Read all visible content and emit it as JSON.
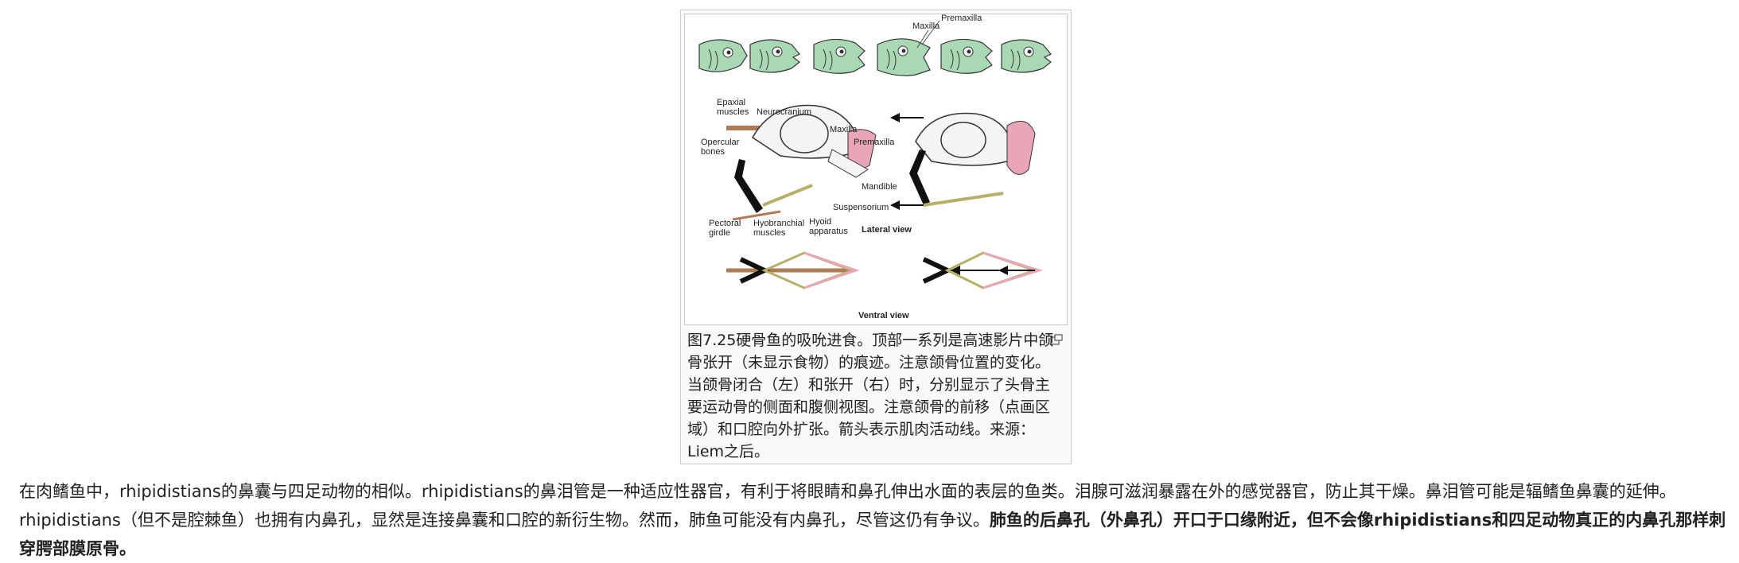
{
  "figure": {
    "caption": "图7.25硬骨鱼的吸吮进食。顶部一系列是高速影片中颌骨张开（未显示食物）的痕迹。注意颌骨位置的变化。当颌骨闭合（左）和张开（右）时，分别显示了头骨主要运动骨的侧面和腹侧视图。注意颌骨的前移（点画区域）和口腔向外扩张。箭头表示肌肉活动线。来源：Liem之后。",
    "labels": {
      "maxilla_top": "Maxilla",
      "premaxilla_top": "Premaxilla",
      "epaxial": "Epaxial",
      "muscles": "muscles",
      "neurocranium": "Neurocranium",
      "opercular": "Opercular",
      "bones": "bones",
      "maxilla": "Maxilla",
      "premaxilla": "Premaxilla",
      "mandible": "Mandible",
      "suspensorium": "Suspensorium",
      "pectoral": "Pectoral",
      "girdle": "girdle",
      "hyobranchial": "Hyobranchial",
      "hyobranchial_muscles": "muscles",
      "hyoid": "Hyoid",
      "apparatus": "apparatus",
      "lateral_view": "Lateral view",
      "ventral_view": "Ventral view"
    },
    "colors": {
      "fish_green": "#a9d9b4",
      "premaxilla_pink": "#e9a6b8",
      "muscle_brown": "#b07a55",
      "hyoid_olive": "#b8b06a",
      "opercular_black": "#111111"
    }
  },
  "article": {
    "text_regular": "在肉鳍鱼中，rhipidistians的鼻囊与四足动物的相似。rhipidistians的鼻泪管是一种适应性器官，有利于将眼睛和鼻孔伸出水面的表层的鱼类。泪腺可滋润暴露在外的感觉器官，防止其干燥。鼻泪管可能是辐鳍鱼鼻囊的延伸。rhipidistians（但不是腔棘鱼）也拥有内鼻孔，显然是连接鼻囊和口腔的新衍生物。然而，肺鱼可能没有内鼻孔，尽管这仍有争议。",
    "text_bold": "肺鱼的后鼻孔（外鼻孔）开口于口缘附近，但不会像rhipidistians和四足动物真正的内鼻孔那样刺穿腭部膜原骨。"
  }
}
